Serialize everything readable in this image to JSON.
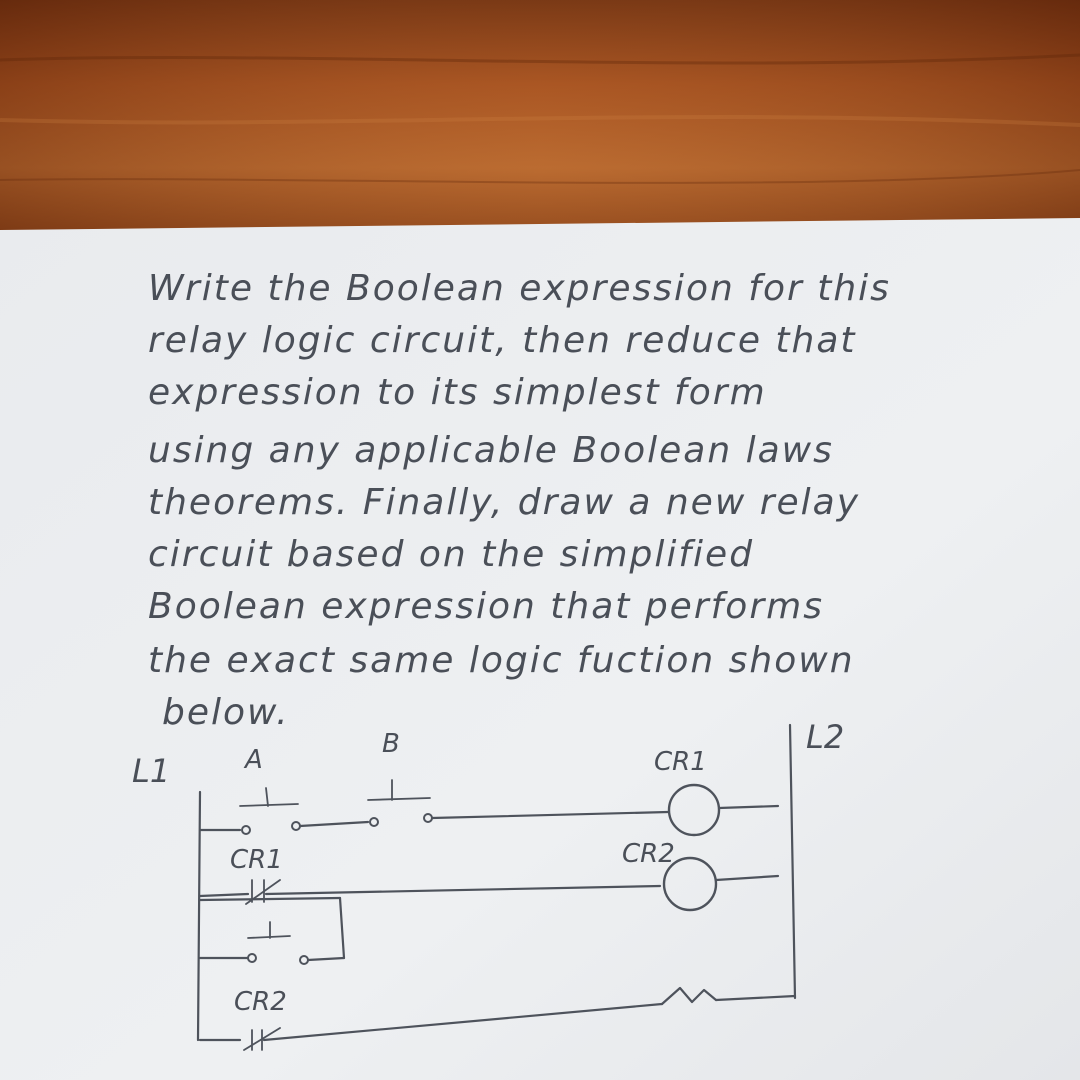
{
  "question": {
    "lines": [
      "Write the Boolean expression for this",
      "relay logic circuit, then reduce that",
      "expression to its simplest form",
      "using any applicable Boolean laws",
      "theorems. Finally, draw a new relay",
      "circuit based on the simplified",
      "Boolean expression that performs",
      "the exact same logic fuction shown",
      "below."
    ]
  },
  "diagram": {
    "rail_left_label": "L1",
    "rail_right_label": "L2",
    "contacts": {
      "a": "A",
      "b": "B",
      "cr1": "CR1",
      "cr2": "CR2"
    },
    "coils": {
      "cr1": "CR1",
      "cr2": "CR2"
    }
  },
  "colors": {
    "ink": "#4a4f58",
    "paper": "#eceef0",
    "wood_dark": "#7a3410",
    "wood_light": "#b8642a"
  }
}
